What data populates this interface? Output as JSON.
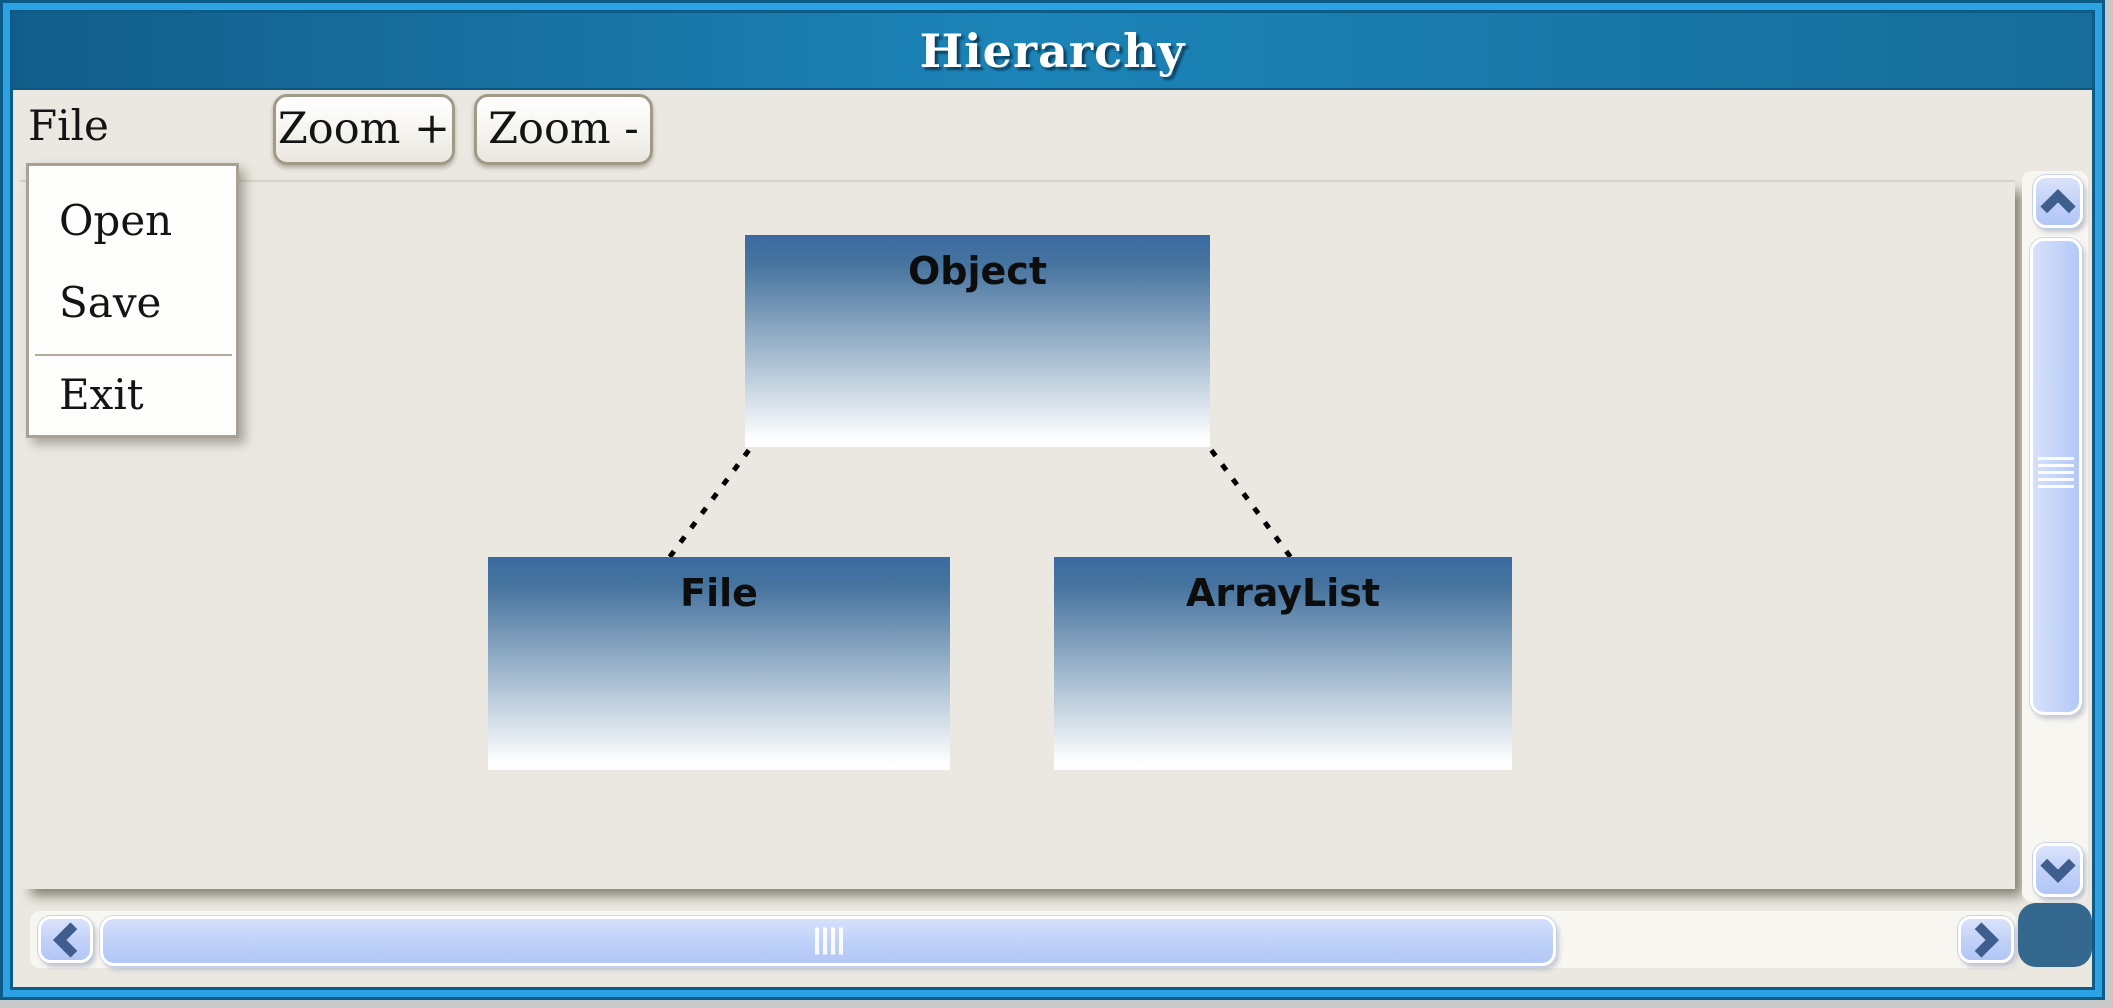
{
  "window": {
    "title": "Hierarchy"
  },
  "menu_bar": {
    "file_label": "File"
  },
  "file_menu": {
    "open": "Open",
    "save": "Save",
    "exit": "Exit"
  },
  "toolbar": {
    "zoom_in_label": "Zoom +",
    "zoom_out_label": "Zoom -"
  },
  "diagram": {
    "nodes": [
      {
        "label": "Object"
      },
      {
        "label": "File"
      },
      {
        "label": "ArrayList"
      }
    ],
    "edges": [
      {
        "from": "Object",
        "to": "File",
        "style": "dotted"
      },
      {
        "from": "Object",
        "to": "ArrayList",
        "style": "dotted"
      }
    ]
  },
  "icons": {
    "scroll_up": "chevron-up-icon",
    "scroll_down": "chevron-down-icon",
    "scroll_left": "chevron-left-icon",
    "scroll_right": "chevron-right-icon"
  },
  "colors": {
    "titlebar_blue": "#1c84b8",
    "frame_bright_blue": "#2aa2e3",
    "frame_dark_blue": "#0d5c87",
    "body_beige": "#ebe8e1",
    "node_gradient_top": "#3a6aa1",
    "node_gradient_bottom": "#ffffff",
    "scroll_thumb_blue": "#c2d3f9",
    "scroll_arrow_blue": "#3f5d8d",
    "corner_blue": "#35688f"
  }
}
